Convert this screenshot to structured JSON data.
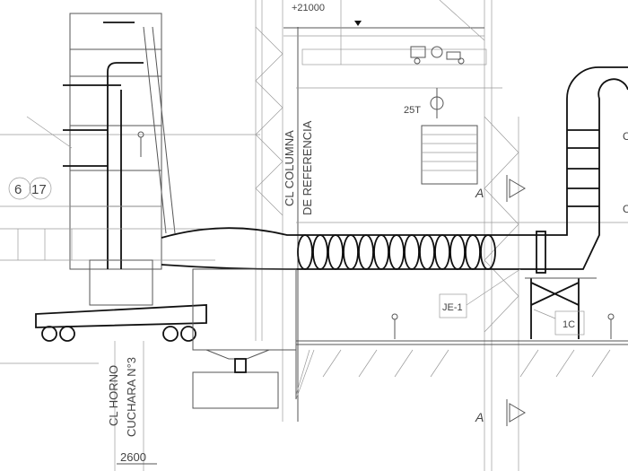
{
  "drawing": {
    "elevation_label": "+21000",
    "crane_capacity": "25T",
    "reference_column": [
      "CL COLUMNA",
      "DE REFERENCIA"
    ],
    "furnace_centerline": [
      "CL HORNO",
      "CUCHARA N°3"
    ],
    "dimension": "2600",
    "balloons": [
      "6",
      "17"
    ],
    "tag_je": "JE-1",
    "tag_column": "1C",
    "section_marks": [
      "A",
      "A"
    ],
    "edge_labels": [
      "C",
      "C"
    ],
    "duct_rings": 13
  }
}
